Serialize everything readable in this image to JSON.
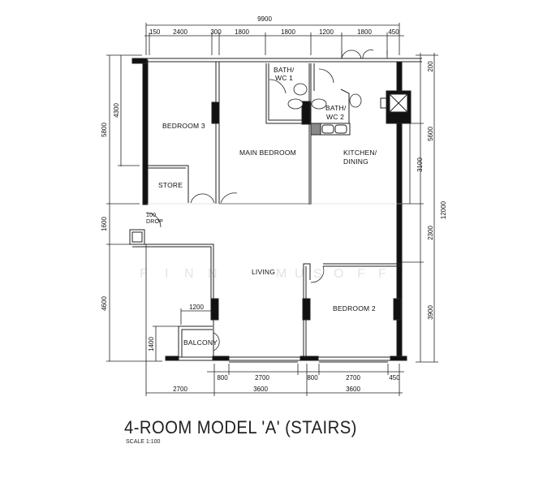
{
  "title": "4-ROOM MODEL 'A' (STAIRS)",
  "scale": "SCALE   1:100",
  "watermark": [
    "F",
    "I",
    "N",
    "N",
    "M",
    "U",
    "S",
    "O",
    "F",
    "F"
  ],
  "rooms": {
    "bedroom3": "BEDROOM  3",
    "main_bedroom": "MAIN  BEDROOM",
    "bath_wc1_line1": "BATH/",
    "bath_wc1_line2": "WC  1",
    "bath_wc2_line1": "BATH/",
    "bath_wc2_line2": "WC  2",
    "kitchen_line1": "KITCHEN/",
    "kitchen_line2": "DINING",
    "store": "STORE",
    "drop_line1": "100",
    "drop_line2": "DROP",
    "living": "LIVING",
    "bedroom2": "BEDROOM  2",
    "balcony": "BALCONY"
  },
  "dimensions": {
    "top_total": "9900",
    "top": [
      "150",
      "2400",
      "300",
      "1800",
      "1800",
      "1200",
      "1800",
      "450"
    ],
    "left_outer": [
      "5800",
      "1600",
      "4600"
    ],
    "left_inner": [
      "4300"
    ],
    "left_balcony": "1400",
    "balcony_width": "1200",
    "right_outer": "12000",
    "right_mid": [
      "200",
      "5600",
      "2300",
      "3900"
    ],
    "right_inner": "3100",
    "bottom_row1": [
      "800",
      "2700",
      "800",
      "2700",
      "450"
    ],
    "bottom_row2": [
      "2700",
      "3600",
      "3600"
    ]
  },
  "colors": {
    "line": "#222222",
    "wall": "#111111",
    "watermark": "#e4e4e4"
  }
}
